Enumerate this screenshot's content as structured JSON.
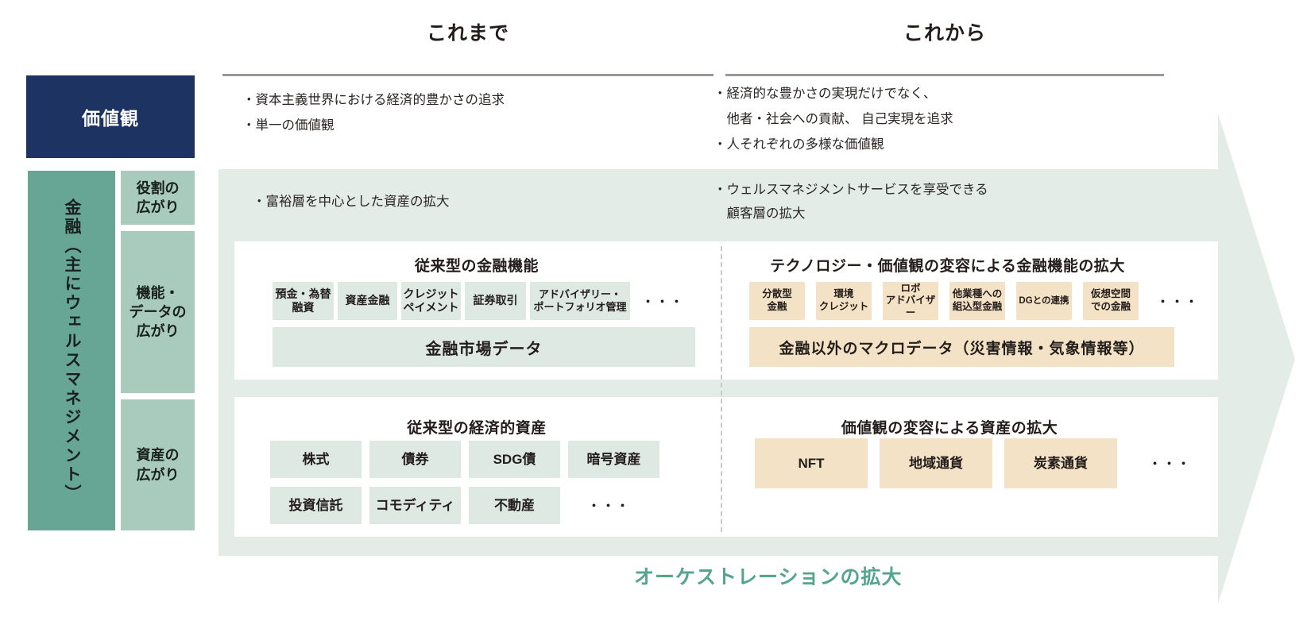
{
  "colors": {
    "navy": "#1d3463",
    "teal": "#67a694",
    "teal_light": "#a9cbbd",
    "band": "#e3ece7",
    "chip_green": "#dee9e3",
    "chip_tan": "#f3e2c5",
    "accent": "#54a48e",
    "rule": "#9b9998",
    "dash": "#c9c9c9"
  },
  "headers": {
    "before": "これまで",
    "after": "これから"
  },
  "values_row": {
    "label": "価値観",
    "before_lines": [
      "・資本主義世界における経済的豊かさの追求",
      "・単一の価値観"
    ],
    "after_lines": [
      "・経済的な豊かさの実現だけでなく、",
      "　他者・社会への貢献、 自己実現を追求",
      "・人それぞれの多様な価値観"
    ]
  },
  "sidebar": {
    "finance_label": "金融（主にウェルスマネジメント）",
    "rows": [
      "役割の\n広がり",
      "機能・\nデータの\n広がり",
      "資産の\n広がり"
    ]
  },
  "role_row": {
    "before_bullet": "・富裕層を中心とした資産の拡大",
    "after_lines": [
      "・ウェルスマネジメントサービスを享受できる",
      "　顧客層の拡大"
    ]
  },
  "functions_before": {
    "title": "従来型の金融機能",
    "chips": [
      "預金・為替\n融資",
      "資産金融",
      "クレジット\nペイメント",
      "証券取引",
      "アドバイザリー・\nポートフォリオ管理"
    ],
    "more": "・・・",
    "bar": "金融市場データ"
  },
  "functions_after": {
    "title": "テクノロジー・価値観の変容による金融機能の拡大",
    "chips": [
      "分散型\n金融",
      "環境\nクレジット",
      "ロボ\nアドバイザー",
      "他業種への\n組込型金融",
      "DGとの連携",
      "仮想空間\nでの金融"
    ],
    "more": "・・・",
    "bar": "金融以外のマクロデータ（災害情報・気象情報等）"
  },
  "assets_before": {
    "title": "従来型の経済的資産",
    "chips_row1": [
      "株式",
      "債券",
      "SDG債",
      "暗号資産"
    ],
    "chips_row2": [
      "投資信託",
      "コモディティ",
      "不動産"
    ],
    "more": "・・・"
  },
  "assets_after": {
    "title": "価値観の変容による資産の拡大",
    "chips": [
      "NFT",
      "地域通貨",
      "炭素通貨"
    ],
    "more": "・・・"
  },
  "footer": "オーケストレーションの拡大"
}
